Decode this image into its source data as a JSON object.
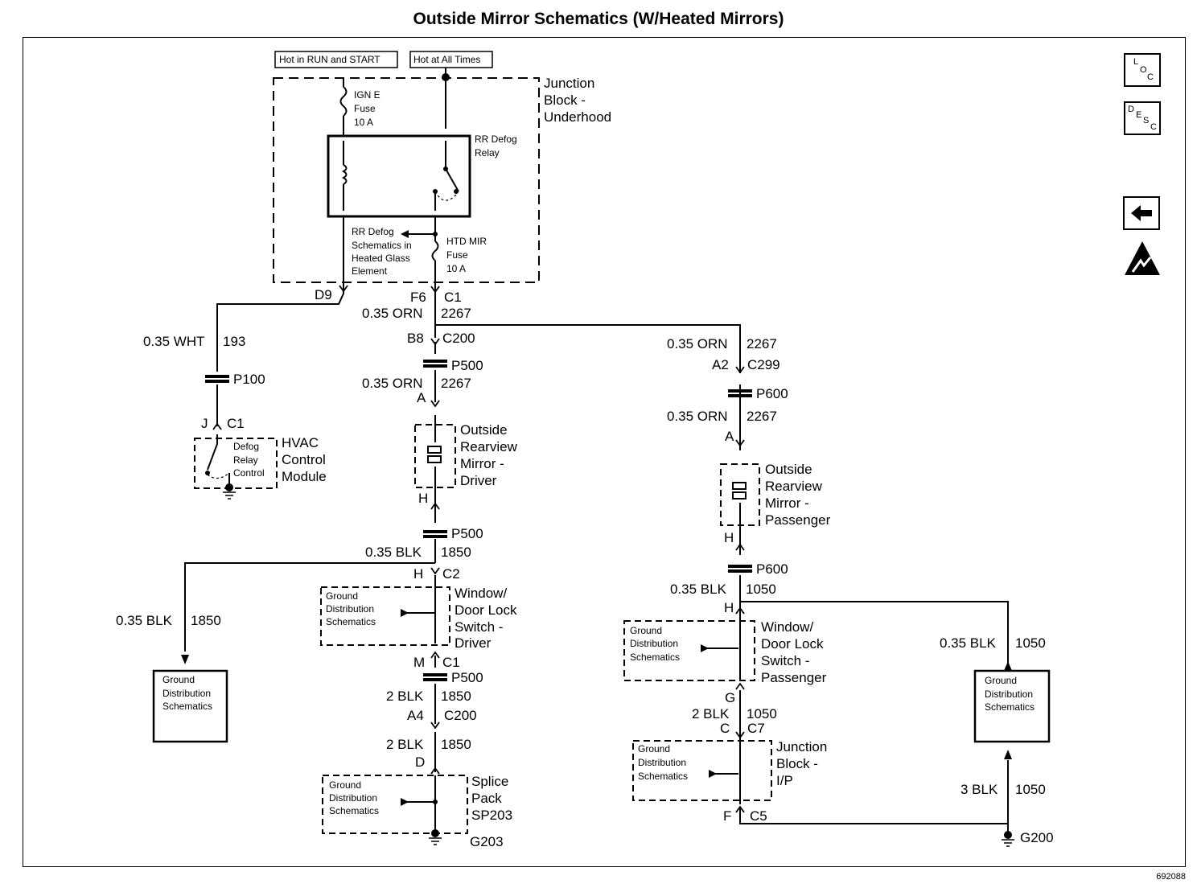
{
  "title": "Outside Mirror Schematics (W/Heated Mirrors)",
  "figure_number": "692088",
  "icons": {
    "loc": {
      "l": "L",
      "o": "O",
      "c": "C"
    },
    "desc": {
      "d": "D",
      "e": "E",
      "s": "S",
      "c": "C"
    }
  },
  "power_labels": [
    "Hot in RUN and START",
    "Hot at All Times"
  ],
  "components": {
    "jb_underhood": [
      "Junction",
      "Block -",
      "Underhood"
    ],
    "ign_fuse": [
      "IGN E",
      "Fuse",
      "10 A"
    ],
    "relay": [
      "RR Defog",
      "Relay"
    ],
    "rr_defog_ref": [
      "RR Defog",
      "Schematics in",
      "Heated Glass",
      "Element"
    ],
    "htd_fuse": [
      "HTD MIR",
      "Fuse",
      "10 A"
    ],
    "hvac": [
      "HVAC",
      "Control",
      "Module"
    ],
    "defog_relay_ctrl": [
      "Defog",
      "Relay",
      "Control"
    ],
    "mirror_driver": [
      "Outside",
      "Rearview",
      "Mirror -",
      "Driver"
    ],
    "mirror_pass": [
      "Outside",
      "Rearview",
      "Mirror -",
      "Passenger"
    ],
    "switch_driver": [
      "Window/",
      "Door Lock",
      "Switch -",
      "Driver"
    ],
    "switch_pass": [
      "Window/",
      "Door Lock",
      "Switch -",
      "Passenger"
    ],
    "jb_ip": [
      "Junction",
      "Block -",
      "I/P"
    ],
    "splice": [
      "Splice",
      "Pack",
      "SP203"
    ],
    "gnd_dist": [
      "Ground",
      "Distribution",
      "Schematics"
    ]
  },
  "connectors": {
    "d9": "D9",
    "f6": "F6",
    "c1": "C1",
    "b8": "B8",
    "c200": "C200",
    "p500": "P500",
    "p100": "P100",
    "p600": "P600",
    "a": "A",
    "h": "H",
    "j": "J",
    "a2": "A2",
    "c299": "C299",
    "c2": "C2",
    "m": "M",
    "a4": "A4",
    "d": "D",
    "g": "G",
    "c": "C",
    "c7": "C7",
    "f": "F",
    "c5": "C5",
    "g203": "G203",
    "g200": "G200"
  },
  "wires": {
    "orn": "0.35 ORN",
    "c2267": "2267",
    "wht": "0.35 WHT",
    "c193": "193",
    "blk035": "0.35 BLK",
    "c1850": "1850",
    "c1050": "1050",
    "blk2": "2 BLK",
    "blk3": "3 BLK"
  }
}
